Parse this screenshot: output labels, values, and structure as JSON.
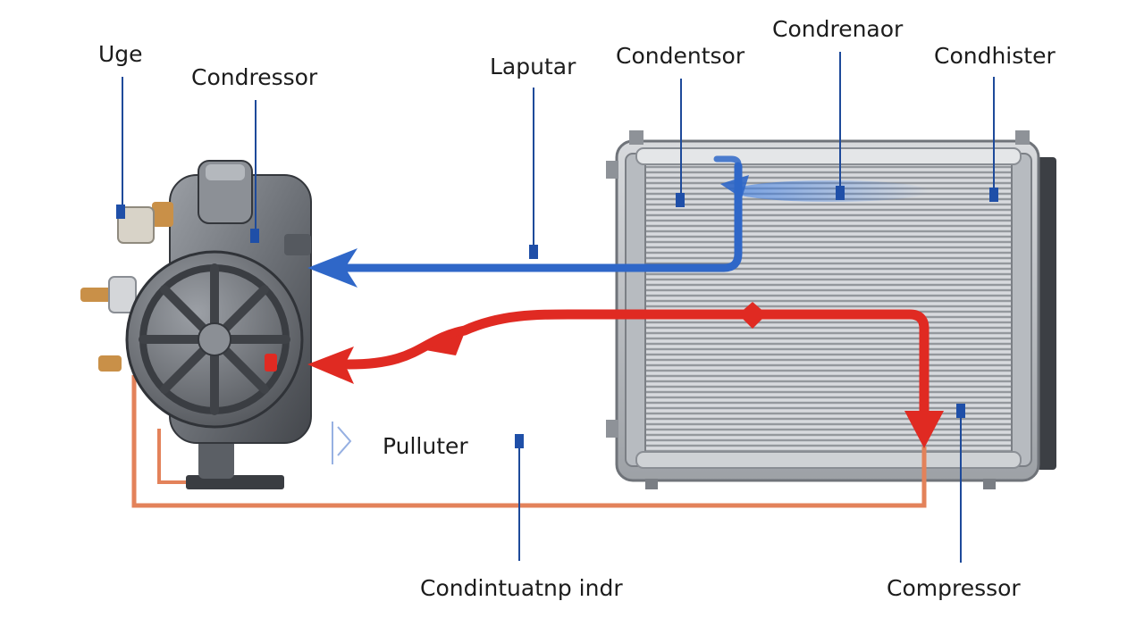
{
  "labels": {
    "uge": "Uge",
    "compressor_top": "Condressor",
    "labutar": "Laputar",
    "condenser_1": "Condentsor",
    "condenser_2": "Condrenaor",
    "condenser_3": "Condhister",
    "pulluter": "Pulluter",
    "bottom_center": "Condintuatnp indr",
    "compressor_bottom": "Compressor"
  },
  "colors": {
    "cold_line": "#2f67c8",
    "hot_line": "#e02a22",
    "copper_pipe": "#e3825a",
    "leader_line": "#1e4a9a",
    "marker": "#1f4fa8"
  }
}
